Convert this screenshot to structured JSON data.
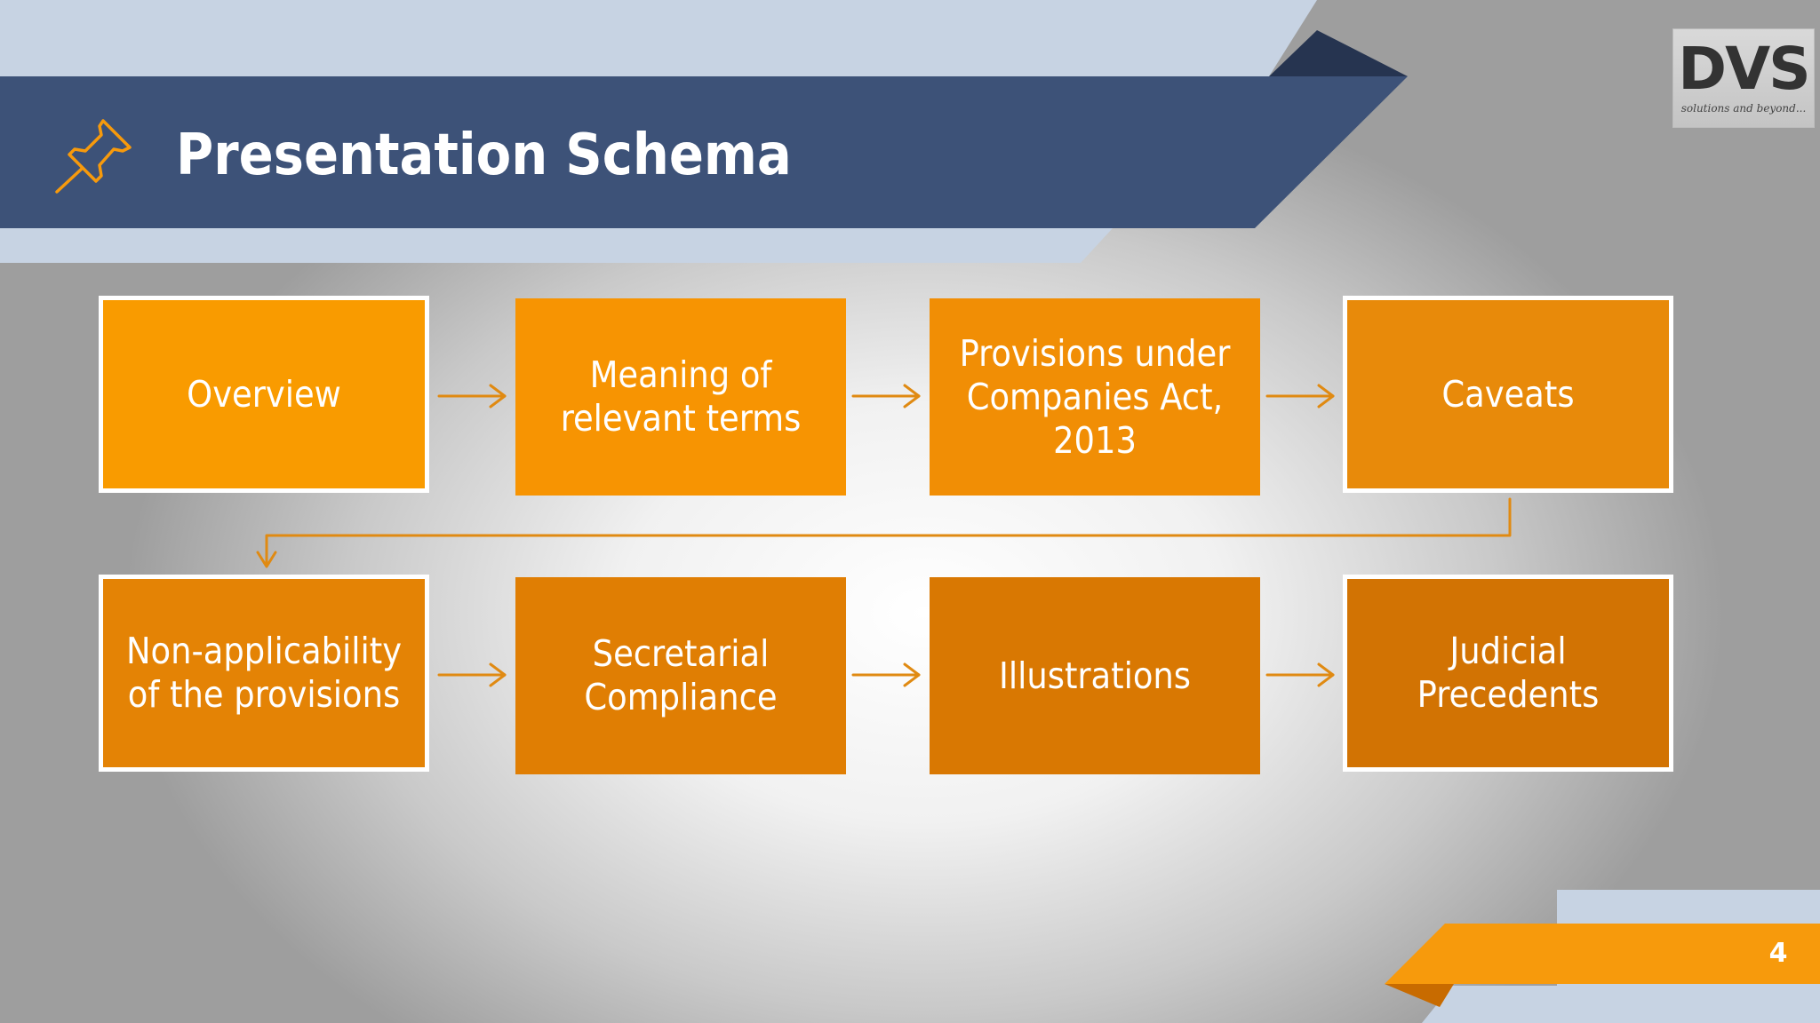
{
  "slide": {
    "title": "Presentation Schema",
    "page_number": "4"
  },
  "logo": {
    "text": "DVS",
    "tagline": "solutions and beyond..."
  },
  "colors": {
    "banner_dark": "#3d5278",
    "banner_light": "#c7d3e3",
    "banner_shadow": "#263450",
    "accent_orange": "#f79a0c",
    "connector": "#e08a12"
  },
  "icons": [
    "pushpin-icon",
    "arrow-right-icon",
    "arrow-down-icon"
  ],
  "diagram": {
    "rows": [
      [
        {
          "label": "Overview",
          "color": "#f99b00"
        },
        {
          "label": "Meaning of\nrelevant terms",
          "color": "#f79402"
        },
        {
          "label": "Provisions under\nCompanies Act,\n2013",
          "color": "#f18e05"
        },
        {
          "label": "Caveats",
          "color": "#e88a0a"
        }
      ],
      [
        {
          "label": "Non-applicability\nof the provisions",
          "color": "#e48305"
        },
        {
          "label": "Secretarial\nCompliance",
          "color": "#e07e03"
        },
        {
          "label": "Illustrations",
          "color": "#d97802"
        },
        {
          "label": "Judicial\nPrecedents",
          "color": "#d27303"
        }
      ]
    ]
  }
}
